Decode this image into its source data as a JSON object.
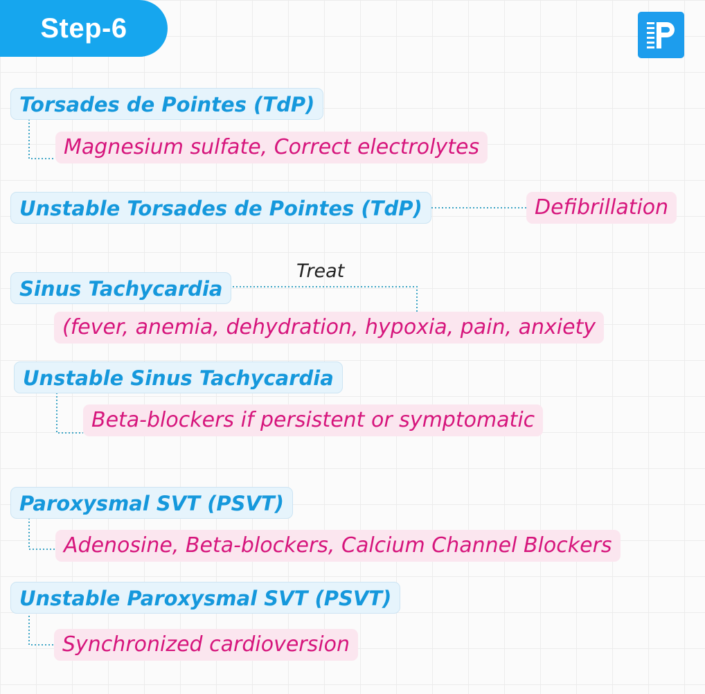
{
  "header": {
    "step_label": "Step-6",
    "logo_icon": "document-p-icon"
  },
  "colors": {
    "accent": "#16a6ee",
    "condition_text": "#1598dc",
    "condition_bg": "#e6f4fc",
    "treatment_text": "#d6157c",
    "treatment_bg": "#fbe6ef",
    "connector": "#3aa3c4"
  },
  "diagram": {
    "tdp": {
      "condition": "Torsades de Pointes (TdP)",
      "treatment": "Magnesium sulfate, Correct electrolytes"
    },
    "unstable_tdp": {
      "condition": "Unstable Torsades de Pointes (TdP)",
      "treatment": "Defibrillation"
    },
    "sinus_tach": {
      "condition": "Sinus Tachycardia",
      "edge_label": "Treat",
      "treatment": "(fever, anemia, dehydration, hypoxia, pain, anxiety"
    },
    "unstable_sinus_tach": {
      "condition": "Unstable Sinus Tachycardia",
      "treatment": "Beta-blockers if persistent or symptomatic"
    },
    "psvt": {
      "condition": "Paroxysmal SVT (PSVT)",
      "treatment": "Adenosine, Beta-blockers, Calcium Channel Blockers"
    },
    "unstable_psvt": {
      "condition": "Unstable Paroxysmal SVT (PSVT)",
      "treatment": "Synchronized cardioversion"
    }
  }
}
